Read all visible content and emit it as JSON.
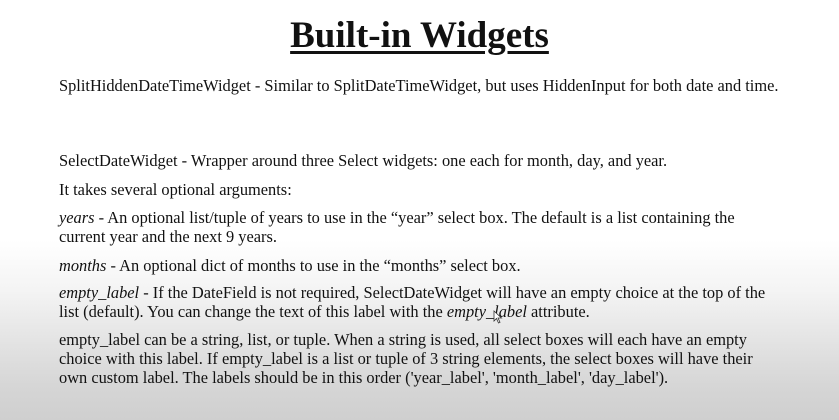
{
  "title": "Built-in Widgets",
  "paragraphs": {
    "split_hidden": "SplitHiddenDateTimeWidget - Similar to SplitDateTimeWidget, but uses HiddenInput for both date and time.",
    "select_date": "SelectDateWidget - Wrapper around three Select widgets: one each for month, day, and year.",
    "optional_args": "It takes several optional arguments:",
    "years": {
      "term": "years",
      "text": " - An optional list/tuple of years to use in the “year” select box. The default is a list containing the current year and the next 9 years."
    },
    "months": {
      "term": "months",
      "text": " - An optional dict of months to use in the “months” select box."
    },
    "empty_label": {
      "term": "empty_label",
      "text_before": " - If the DateField is not required, SelectDateWidget will have an empty choice at the top of the list (default). You can change the text of this label with the ",
      "term_inline": "empty_label",
      "text_after": " attribute."
    },
    "empty_label_details": "empty_label can be a string, list, or tuple. When a string is used, all select boxes will each have an empty choice with this label. If empty_label is a list or tuple of 3 string elements, the select boxes will have their own custom label. The labels should be in this order ('year_label', 'month_label', 'day_label')."
  },
  "icons": {
    "cursor": "mouse-pointer-icon"
  }
}
